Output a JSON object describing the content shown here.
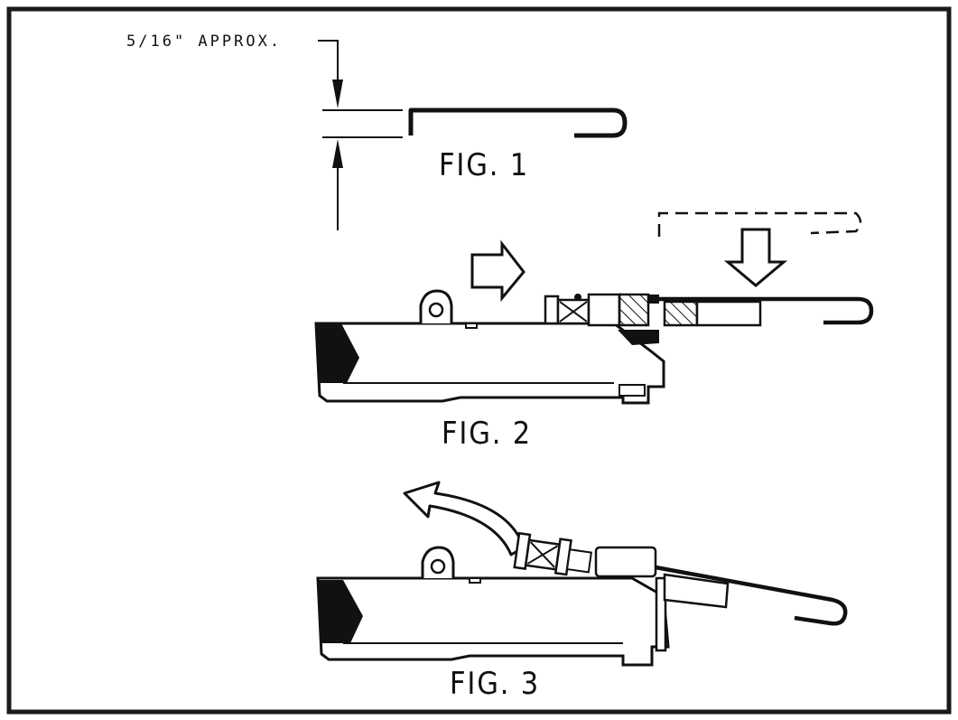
{
  "dimension_label": "5/16\" APPROX.",
  "figures": [
    {
      "label": "FIG. 1"
    },
    {
      "label": "FIG. 2"
    },
    {
      "label": "FIG. 3"
    }
  ],
  "colors": {
    "ink": "#111111",
    "paper": "#ffffff",
    "frame": "#1a1a1a"
  }
}
